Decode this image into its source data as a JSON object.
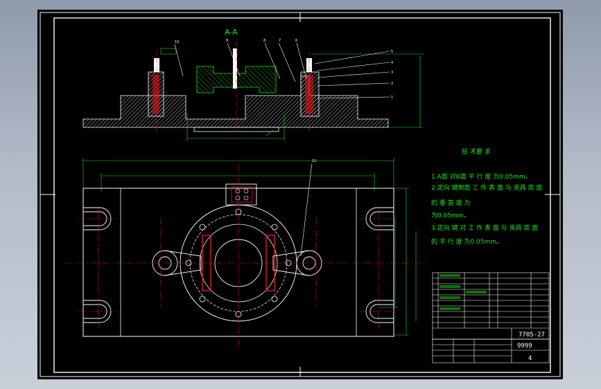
{
  "section_title": "A-A",
  "balloons": [
    "10",
    "8",
    "8",
    "7",
    "6",
    "5",
    "4",
    "3",
    "2",
    "1",
    "11"
  ],
  "tech_requirements": {
    "heading": "技 术要 求",
    "lines": [
      "1.A面 对B面 平 行 度 为0.05mm。",
      "2.定向 键侧面 工 作 表 面 与 夹具 底 面",
      "的 垂 直 度 为",
      "为0.05mm。",
      "3.定向 键 对 工 作 表 面 与 夹具 底 面",
      "的 平 行 度 为0.05mm。"
    ]
  },
  "title_block": {
    "drawing_number": "7705-27",
    "name": "9999",
    "sheet": "4"
  },
  "colors": {
    "background": "#000000",
    "outline": "#ffffff",
    "dimension": "#19e619",
    "centerline": "#e61919",
    "hatch": "#ffffff"
  }
}
